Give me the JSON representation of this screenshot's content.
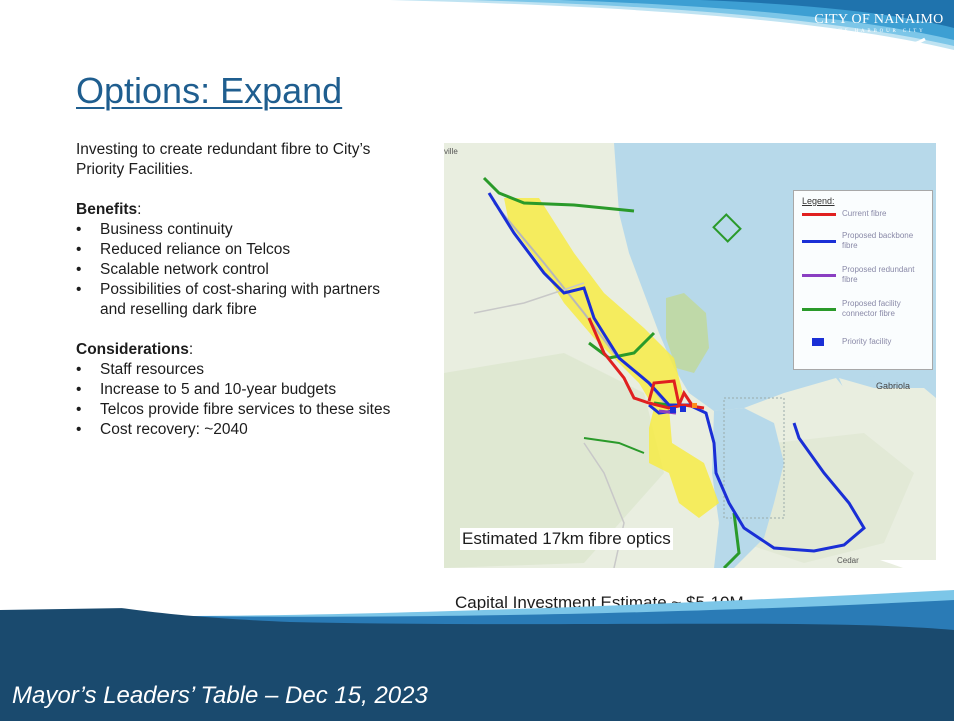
{
  "header": {
    "logo_text": "CITY OF NANAIMO",
    "logo_subtext": "THE HARBOUR CITY"
  },
  "title": "Options: Expand",
  "intro": "Investing to create redundant fibre to City’s Priority Facilities.",
  "benefits": {
    "heading": "Benefits",
    "colon": ":",
    "items": [
      "Business continuity",
      "Reduced reliance on Telcos",
      "Scalable network control",
      "Possibilities of cost-sharing with partners and reselling dark fibre"
    ]
  },
  "considerations": {
    "heading": "Considerations",
    "colon": ":",
    "items": [
      "Staff resources",
      "Increase to 5 and 10-year budgets",
      "Telcos provide fibre services to these sites",
      "Cost recovery: ~2040"
    ]
  },
  "bullet_glyph": "•",
  "map": {
    "caption": "Estimated 17km fibre optics",
    "legend": {
      "title": "Legend:",
      "items": [
        {
          "label": "Current fibre",
          "color": "#e02020"
        },
        {
          "label": "Proposed backbone fibre",
          "color": "#1a2fd6"
        },
        {
          "label": "Proposed redundant fibre",
          "color": "#8a3fc2"
        },
        {
          "label": "Proposed facility connector fibre",
          "color": "#2a9a2a"
        },
        {
          "label": "Priority facility",
          "color": "#1a2fd6"
        }
      ]
    },
    "place_labels": {
      "gabriola": "Gabriola",
      "cedar": "Cedar",
      "ville": "ville"
    }
  },
  "capital_estimate": "Capital Investment Estimate ~ $5-10M",
  "footer": "Mayor’s Leaders’ Table – Dec 15, 2023",
  "colors": {
    "title": "#1f5e8f",
    "footer_band": "#1a4a6e",
    "swoosh_light": "#5cb6e0",
    "water": "#b5d8ea",
    "land": "#eaeee0",
    "highlight": "#f5e84a"
  }
}
